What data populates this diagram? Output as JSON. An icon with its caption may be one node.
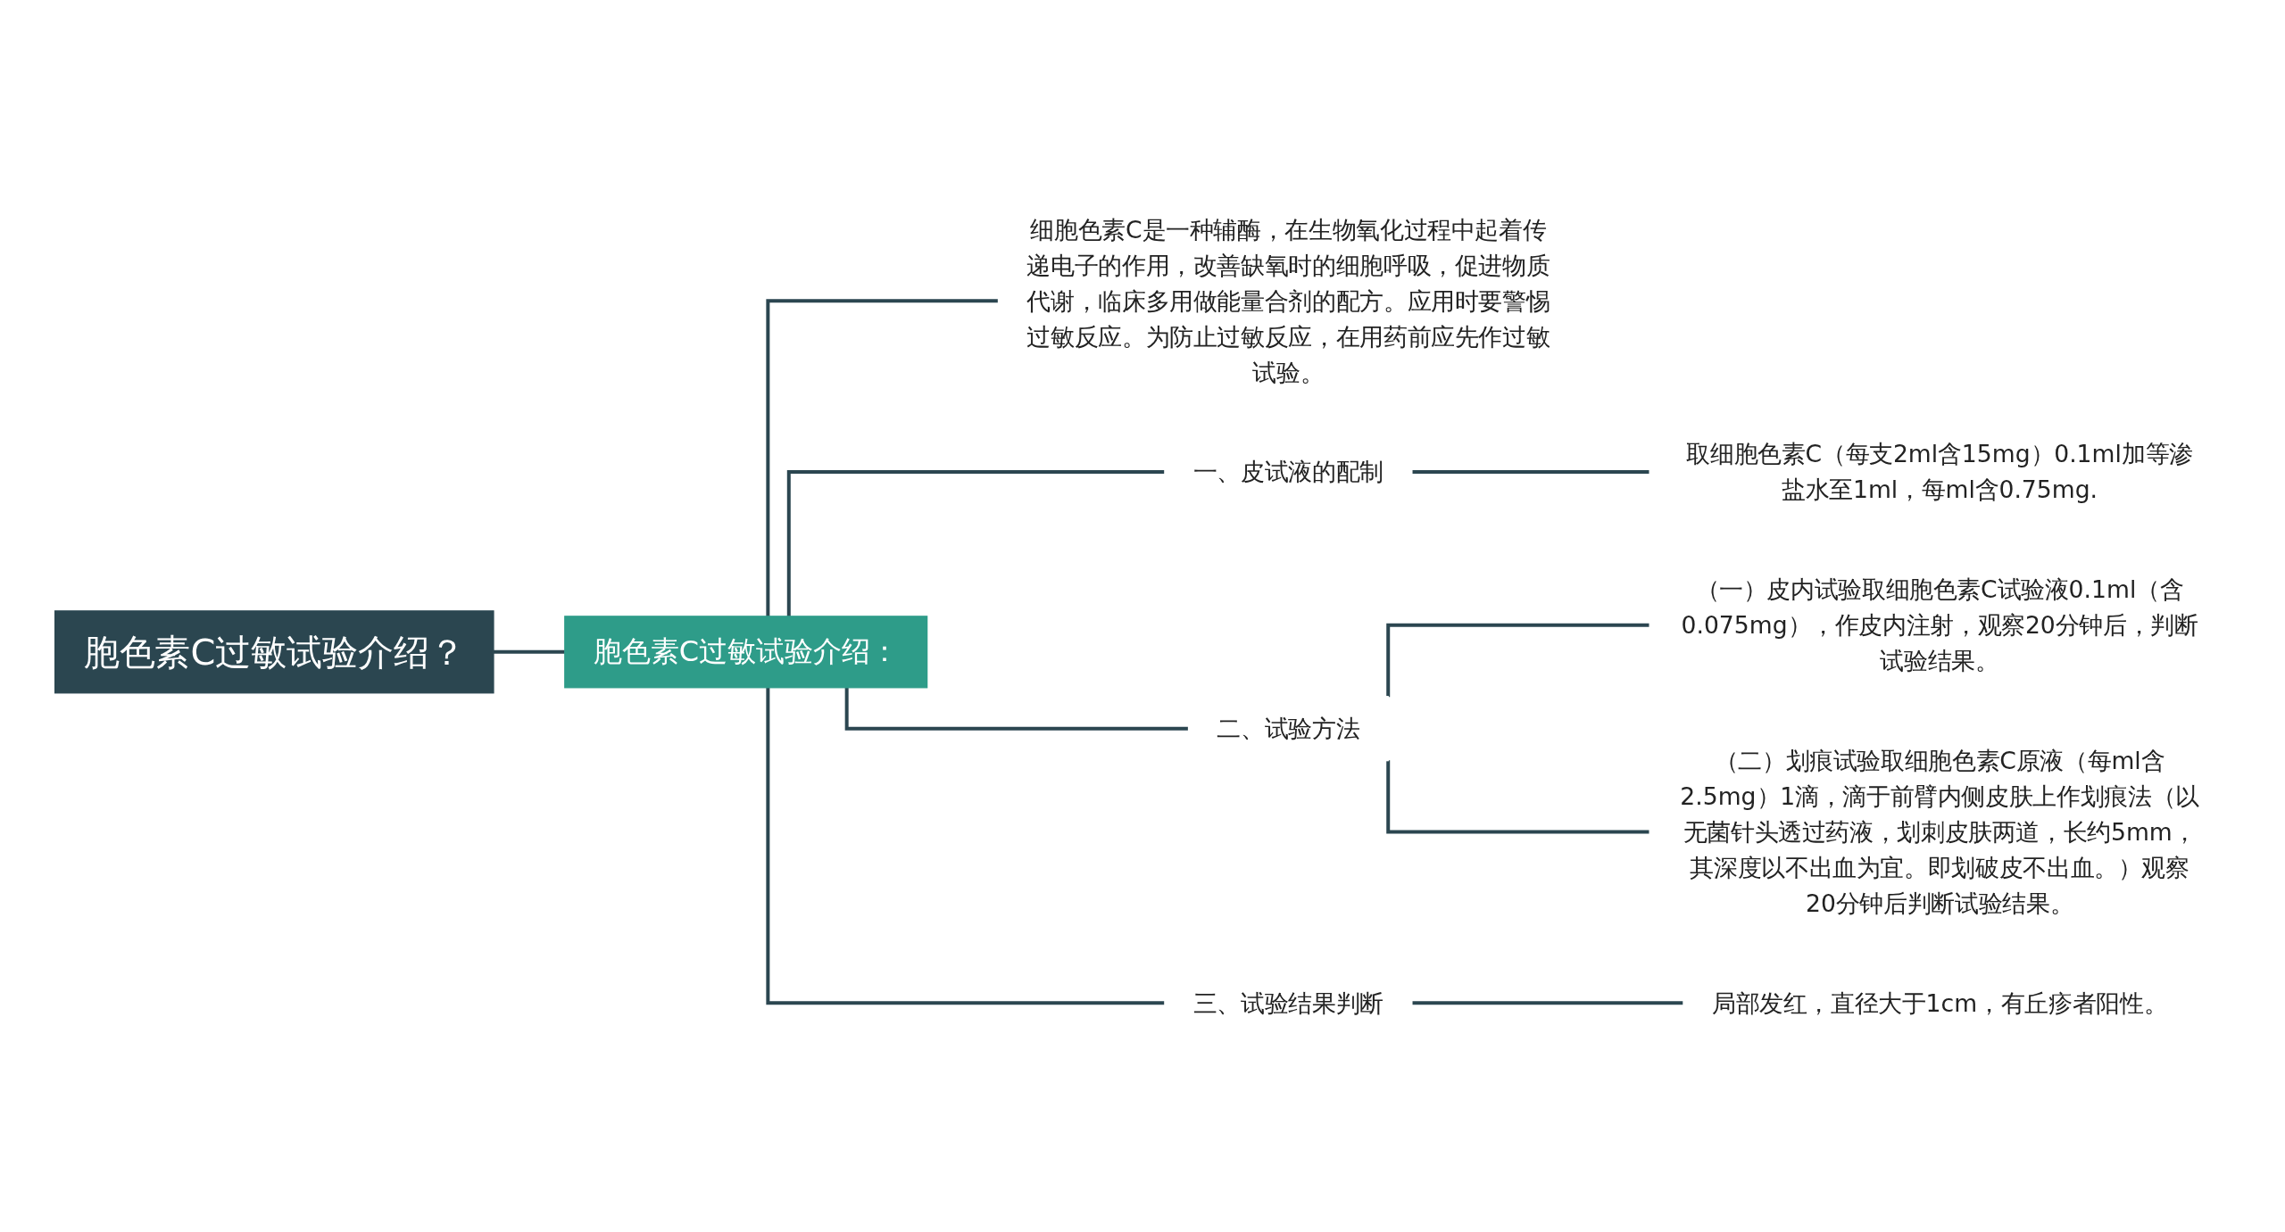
{
  "diagram": {
    "nodes": [
      {
        "text": [
          "胞色素C过敏试验介绍？"
        ]
      },
      {
        "text": [
          "胞色素C过敏试验介绍："
        ]
      },
      {
        "text": [
          "细胞色素C是一种辅酶，在生物氧化过程中起着传递电子的作用，改善缺氧时的细胞呼吸，促进物质代谢，临床多用做能量合剂的配方。应用时要警惕过敏反应。为防止过敏反应，在用药前应先作过敏试验。"
        ]
      },
      {
        "text": [
          "一、皮试液的配制"
        ]
      },
      {
        "text": [
          "取细胞色素C（每支2ml含15mg）0.1ml加等渗盐水至1ml，每ml含0.75mg."
        ]
      },
      {
        "text": [
          "二、试验方法"
        ]
      },
      {
        "text": [
          "（一）皮内试验取细胞色素C试验液0.1ml（含0.075mg），作皮内注射，观察20分钟后，判断试验结果。"
        ]
      },
      {
        "text": [
          "（二）划痕试验取细胞色素C原液（每ml含2.5mg）1滴，滴于前臂内侧皮肤上作划痕法（以无菌针头透过药液，划刺皮肤两道，长约5mm，其深度以不出血为宜。即划破皮不出血。）观察20分钟后判断试验结果。"
        ]
      },
      {
        "text": [
          "三、试验结果判断"
        ]
      },
      {
        "text": [
          "局部发红，直径大于1cm，有丘疹者阳性。"
        ]
      }
    ],
    "edges": [
      {
        "from": 0,
        "to": 1,
        "arrow": "none"
      },
      {
        "from": 1,
        "to": 2,
        "arrow": "none"
      },
      {
        "from": 1,
        "to": 3,
        "arrow": "none"
      },
      {
        "from": 3,
        "to": 4,
        "arrow": "none"
      },
      {
        "from": 1,
        "to": 5,
        "arrow": "none"
      },
      {
        "from": 5,
        "to": 6,
        "arrow": "none"
      },
      {
        "from": 5,
        "to": 7,
        "arrow": "none"
      },
      {
        "from": 1,
        "to": 8,
        "arrow": "none"
      },
      {
        "from": 8,
        "to": 9,
        "arrow": "none"
      }
    ]
  }
}
